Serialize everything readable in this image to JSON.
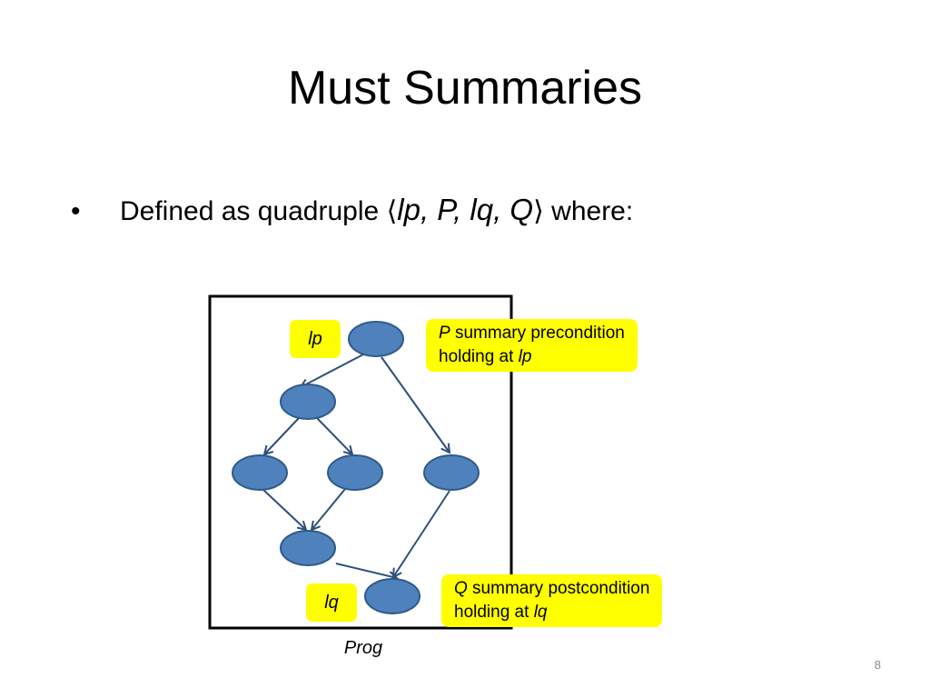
{
  "slide": {
    "title": "Must Summaries",
    "page_number": "8"
  },
  "bullet": {
    "prefix": "Defined as quadruple",
    "bracket_open": "⟨",
    "math": "lp, P, lq, Q",
    "bracket_close": "⟩",
    "suffix": "where:"
  },
  "diagram": {
    "box_label": "Prog",
    "entry_label": "lp",
    "exit_label": "lq",
    "pre_note": {
      "var": "P",
      "text1": " summary precondition",
      "text2": "holding at ",
      "loc": "lp"
    },
    "post_note": {
      "var": "Q",
      "text1": " summary postcondition",
      "text2": "holding at ",
      "loc": "lq"
    }
  },
  "colors": {
    "node_fill": "#4f81bd",
    "node_stroke": "#2e5a8a",
    "edge": "#2e4f7a",
    "highlight": "#ffff00"
  }
}
